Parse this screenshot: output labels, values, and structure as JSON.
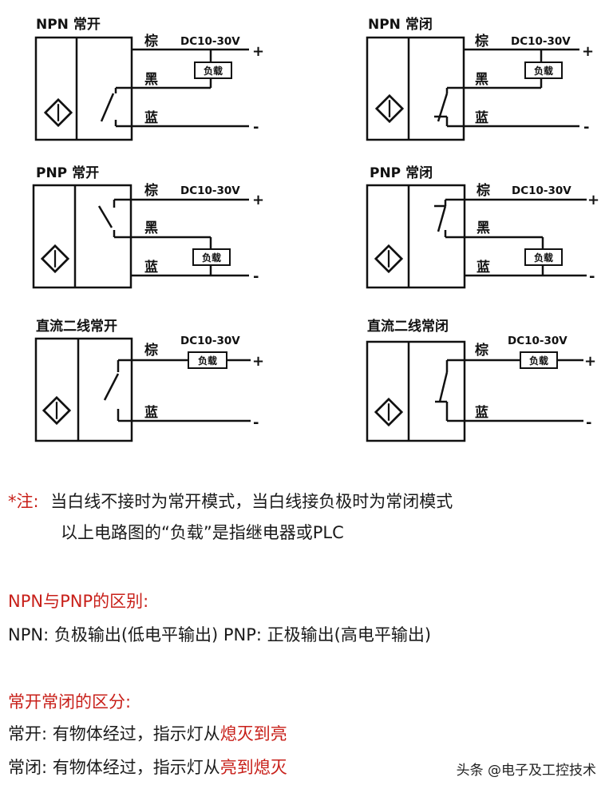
{
  "diagrams": [
    {
      "title": "NPN 常开",
      "labels": {
        "brown": "棕",
        "black": "黑",
        "blue": "蓝"
      },
      "voltage": "DC10-30V",
      "load": "负载",
      "plus": "+",
      "minus": "-"
    },
    {
      "title": "NPN 常闭",
      "labels": {
        "brown": "棕",
        "black": "黑",
        "blue": "蓝"
      },
      "voltage": "DC10-30V",
      "load": "负载",
      "plus": "+",
      "minus": "-"
    },
    {
      "title": "PNP 常开",
      "labels": {
        "brown": "棕",
        "black": "黑",
        "blue": "蓝"
      },
      "voltage": "DC10-30V",
      "load": "负载",
      "plus": "+",
      "minus": "-"
    },
    {
      "title": "PNP 常闭",
      "labels": {
        "brown": "棕",
        "black": "黑",
        "blue": "蓝"
      },
      "voltage": "DC10-30V",
      "load": "负载",
      "plus": "+",
      "minus": "-"
    },
    {
      "title": "直流二线常开",
      "labels": {
        "brown": "棕",
        "blue": "蓝"
      },
      "voltage": "DC10-30V",
      "load": "负载",
      "plus": "+",
      "minus": "-"
    },
    {
      "title": "直流二线常闭",
      "labels": {
        "brown": "棕",
        "blue": "蓝"
      },
      "voltage": "DC10-30V",
      "load": "负载",
      "plus": "+",
      "minus": "-"
    }
  ],
  "note": {
    "prefix": "*注:",
    "line1": "当白线不接时为常开模式，当白线接负极时为常闭模式",
    "line2": "以上电路图的“负载”是指继电器或PLC"
  },
  "diff": {
    "heading": "NPN与PNP的区别:",
    "body": "NPN: 负极输出(低电平输出)  PNP: 正极输出(高电平输出)"
  },
  "no_nc": {
    "heading": "常开常闭的区分:",
    "no_prefix": "常开: 有物体经过，指示灯从",
    "no_highlight": "熄灭到亮",
    "nc_prefix": "常闭: 有物体经过，指示灯从",
    "nc_highlight": "亮到熄灭"
  },
  "watermark": "头条 @电子及工控技术",
  "colors": {
    "line": "#111111",
    "accent_red": "#c8201a"
  }
}
